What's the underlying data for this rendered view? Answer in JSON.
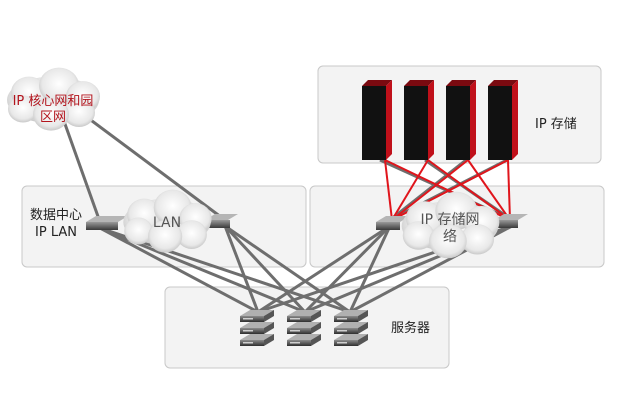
{
  "labels": {
    "campus": [
      "IP 核心网和园",
      "区网"
    ],
    "datacenter": [
      "数据中心",
      "IP LAN"
    ],
    "lan_cloud": "LAN",
    "storage": "IP 存储",
    "storage_net": [
      "IP 存储网",
      "络"
    ],
    "servers": "服务器"
  },
  "colors": {
    "link_gray": "#6e6e6e",
    "link_red": "#e0151c",
    "campus_text": "#b3141d",
    "storage_unit": "#111111",
    "storage_edge": "#c0101a"
  },
  "icons": {
    "cloud": "cloud-icon",
    "switch": "switch-icon",
    "storage": "storage-array-icon",
    "server": "rack-server-icon"
  }
}
